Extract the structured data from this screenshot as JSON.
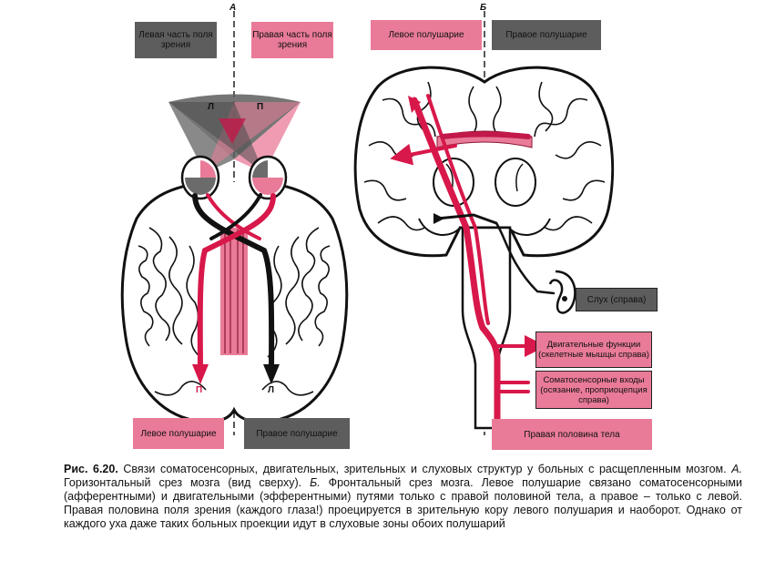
{
  "panel_a": {
    "letter": "А",
    "left_field": "Левая часть поля зрения",
    "right_field": "Правая часть поля зрения",
    "left_hemisphere": "Левое полушарие",
    "right_hemisphere": "Правое полушарие",
    "cone_left": "Л",
    "cone_right": "П",
    "arrow_left_letter": "П",
    "arrow_right_letter": "Л"
  },
  "panel_b": {
    "letter": "Б",
    "left_hemisphere": "Левое полушарие",
    "right_hemisphere": "Правое полушарие",
    "hearing": "Слух (справа)",
    "motor": "Двигательные функции (скелетные мышцы справа)",
    "somato": "Соматосенсорные входы (осязание, проприоцепция справа)",
    "body_right": "Правая половина тела"
  },
  "caption": {
    "fig_label": "Рис. 6.20.",
    "text1": "Связи соматосенсорных, двигательных, зрительных и слуховых структур у больных с расщепленным мозгом.",
    "a_label": "А.",
    "text2": "Горизонтальный срез мозга (вид сверху).",
    "b_label": "Б.",
    "text3": "Фронтальный срез мозга. Левое полушарие связано соматосенсорными (афферентными) и двигательными (эфферентными) путями только с правой половиной тела, а правое – только с левой. Правая половина поля зрения (каждого глаза!) проецируется в зрительную кору левого полушария и наоборот. Однако от каждого уха даже таких больных проекции идут в слуховые зоны обоих полушарий"
  },
  "colors": {
    "pink": "#e97b98",
    "red": "#d8184a",
    "dark": "#5d5d5d",
    "stroke": "#111111"
  }
}
